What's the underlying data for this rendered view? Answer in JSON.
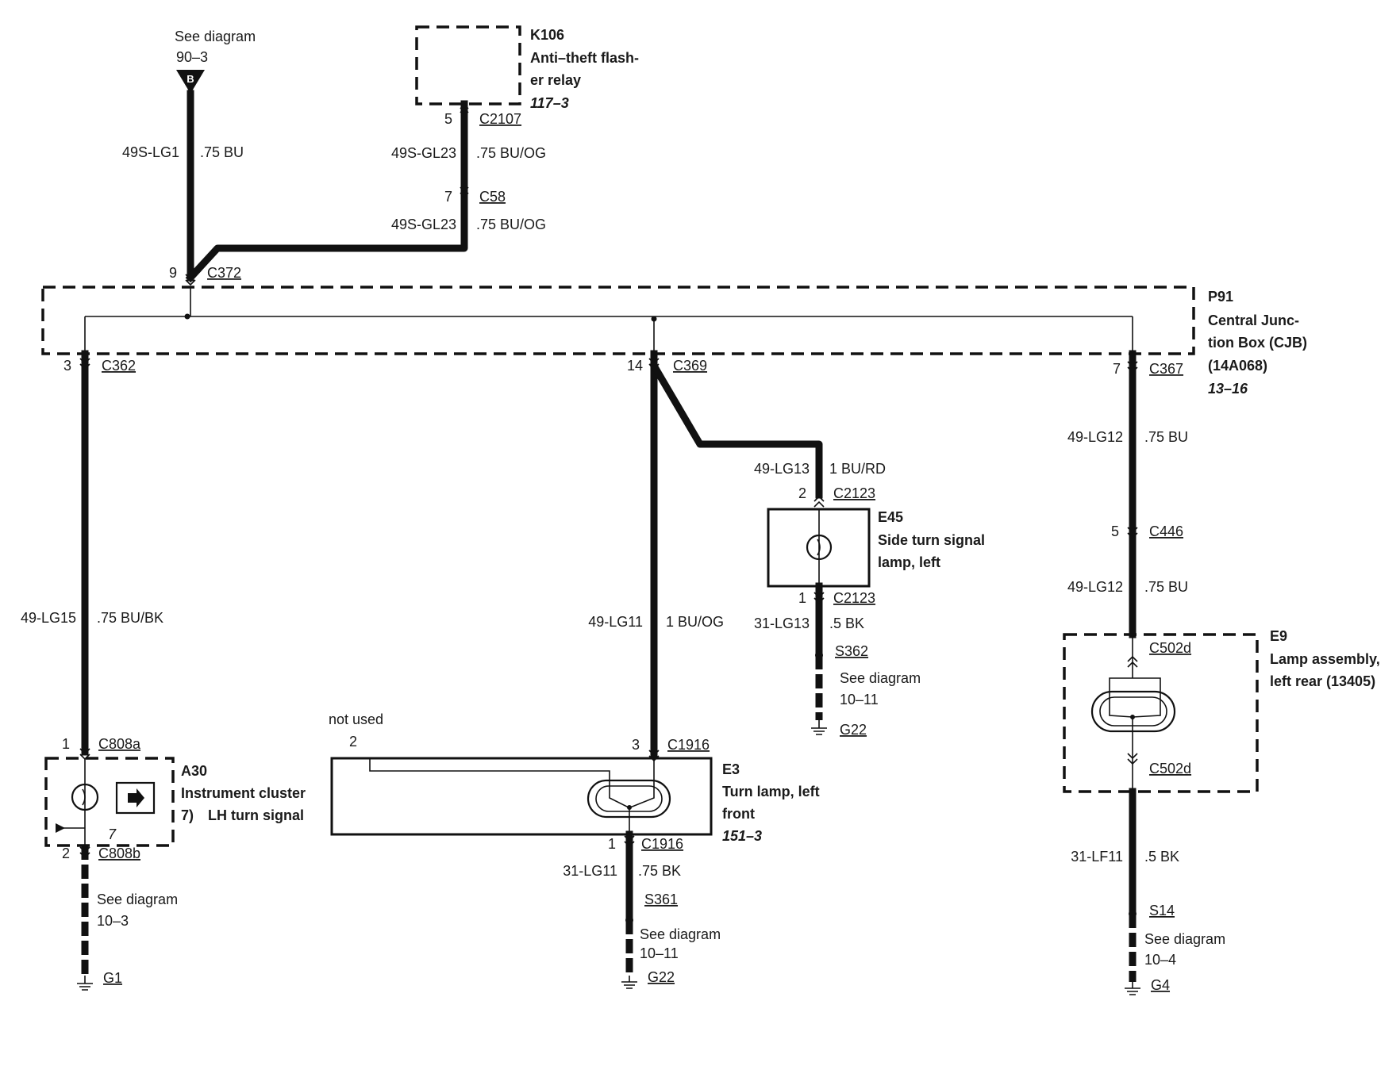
{
  "source_ref": {
    "line1": "See diagram",
    "line2": "90–3",
    "marker": "B"
  },
  "k106": {
    "id": "K106",
    "line1": "Anti–theft flash-",
    "line2": "er relay",
    "ref": "117–3"
  },
  "p91": {
    "id": "P91",
    "line1": "Central Junc-",
    "line2": "tion Box (CJB)",
    "line3": "(14A068)",
    "ref": "13–16"
  },
  "wires": {
    "w1": {
      "circuit": "49S-LG1",
      "size": ".75 BU"
    },
    "w2": {
      "circuit": "49S-GL23",
      "size": ".75 BU/OG"
    },
    "w3": {
      "circuit": "49S-GL23",
      "size": ".75 BU/OG"
    },
    "w4": {
      "circuit": "49-LG15",
      "size": ".75 BU/BK"
    },
    "w5": {
      "circuit": "49-LG11",
      "size": "1 BU/OG"
    },
    "w6": {
      "circuit": "49-LG13",
      "size": "1 BU/RD"
    },
    "w7": {
      "circuit": "31-LG13",
      "size": ".5 BK"
    },
    "w8": {
      "circuit": "49-LG12",
      "size": ".75 BU"
    },
    "w9": {
      "circuit": "49-LG12",
      "size": ".75 BU"
    },
    "w10": {
      "circuit": "31-LG11",
      "size": ".75 BK"
    },
    "w11": {
      "circuit": "31-LF11",
      "size": ".5 BK"
    }
  },
  "connectors": {
    "c2107": {
      "pin": "5",
      "name": "C2107"
    },
    "c58": {
      "pin": "7",
      "name": "C58"
    },
    "c372": {
      "pin": "9",
      "name": "C372"
    },
    "c362": {
      "pin": "3",
      "name": "C362"
    },
    "c369": {
      "pin": "14",
      "name": "C369"
    },
    "c367": {
      "pin": "7",
      "name": "C367"
    },
    "c2123a": {
      "pin": "2",
      "name": "C2123"
    },
    "c2123b": {
      "pin": "1",
      "name": "C2123"
    },
    "c446": {
      "pin": "5",
      "name": "C446"
    },
    "c502d_a": {
      "name": "C502d"
    },
    "c502d_b": {
      "name": "C502d"
    },
    "c808a": {
      "pin": "1",
      "name": "C808a"
    },
    "c808b": {
      "pin": "2",
      "name": "C808b"
    },
    "c1916a": {
      "pin": "3",
      "name": "C1916"
    },
    "c1916b": {
      "pin": "1",
      "name": "C1916"
    },
    "e3_pin2": {
      "pin": "2",
      "note": "not used"
    }
  },
  "components": {
    "e45": {
      "id": "E45",
      "line1": "Side turn signal",
      "line2": "lamp, left"
    },
    "e9": {
      "id": "E9",
      "line1": "Lamp assembly,",
      "line2": "left rear (13405)"
    },
    "a30": {
      "id": "A30",
      "line1": "Instrument cluster",
      "line2_num": "7)",
      "line2": "LH turn signal",
      "internal_pin": "7"
    },
    "e3": {
      "id": "E3",
      "line1": "Turn lamp, left",
      "line2": "front",
      "ref": "151–3"
    }
  },
  "splices": {
    "s362": "S362",
    "s14": "S14",
    "s361": "S361"
  },
  "grounds": {
    "g1": {
      "see": "See diagram",
      "ref": "10–3",
      "name": "G1"
    },
    "g22a": {
      "see": "See diagram",
      "ref": "10–11",
      "name": "G22"
    },
    "g22b": {
      "see": "See diagram",
      "ref": "10–11",
      "name": "G22"
    },
    "g4": {
      "see": "See diagram",
      "ref": "10–4",
      "name": "G4"
    }
  }
}
